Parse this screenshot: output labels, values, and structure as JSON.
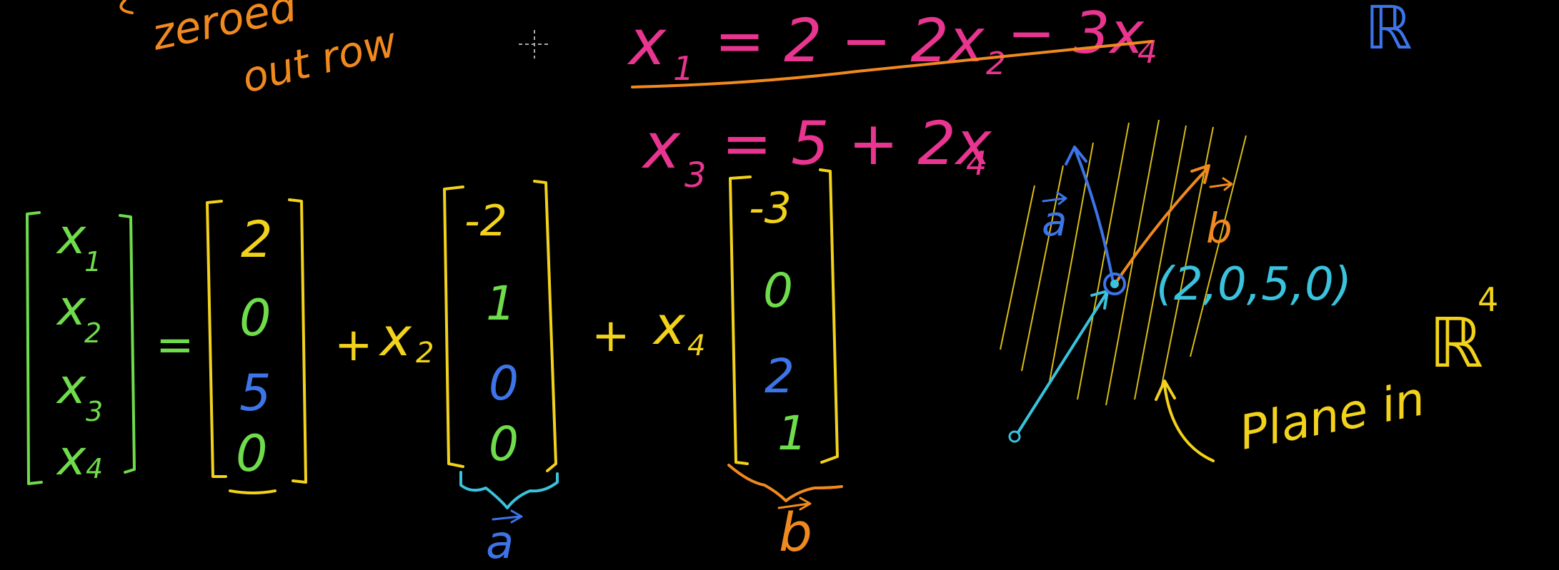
{
  "colors": {
    "background": "#000000",
    "orange": "#f08a1f",
    "pink": "#e8358f",
    "green": "#6fdc4c",
    "yellow": "#f2d21b",
    "blue": "#3d74e8",
    "cyan": "#39c3dd",
    "amber": "#f4a61c"
  },
  "top_left_note": {
    "line1": "zeroed",
    "line2": "out row"
  },
  "cursor_icon": "crosshair-icon",
  "equations": {
    "x1": {
      "lhs": "x",
      "lhs_sub": "1",
      "rhs_a": "= 2 − 2x",
      "rhs_sub_a": "2",
      "rhs_b": " − 3x",
      "rhs_sub_b": "4"
    },
    "x3": {
      "lhs": "x",
      "lhs_sub": "3",
      "rhs": "= 5 + 2x",
      "rhs_sub": "4"
    }
  },
  "corner_symbol": "ℝ",
  "vector_eq": {
    "lhs": [
      {
        "base": "x",
        "sub": "1"
      },
      {
        "base": "x",
        "sub": "2"
      },
      {
        "base": "x",
        "sub": "3"
      },
      {
        "base": "x",
        "sub": "4"
      }
    ],
    "equals": "=",
    "const_vec": [
      "2",
      "0",
      "5",
      "0"
    ],
    "plus1": "+",
    "coef1": {
      "base": "x",
      "sub": "2"
    },
    "vec_a": [
      "-2",
      "1",
      "0",
      "0"
    ],
    "plus2": "+",
    "coef2": {
      "base": "x",
      "sub": "4"
    },
    "vec_b": [
      "-3",
      "0",
      "2",
      "1"
    ],
    "label_a": "a",
    "label_b": "b"
  },
  "plane_sketch": {
    "vec_a_label": "a",
    "vec_b_label": "b",
    "point": "(2,0,5,0)",
    "caption": "Plane in",
    "space": "ℝ",
    "space_exp": "4"
  }
}
